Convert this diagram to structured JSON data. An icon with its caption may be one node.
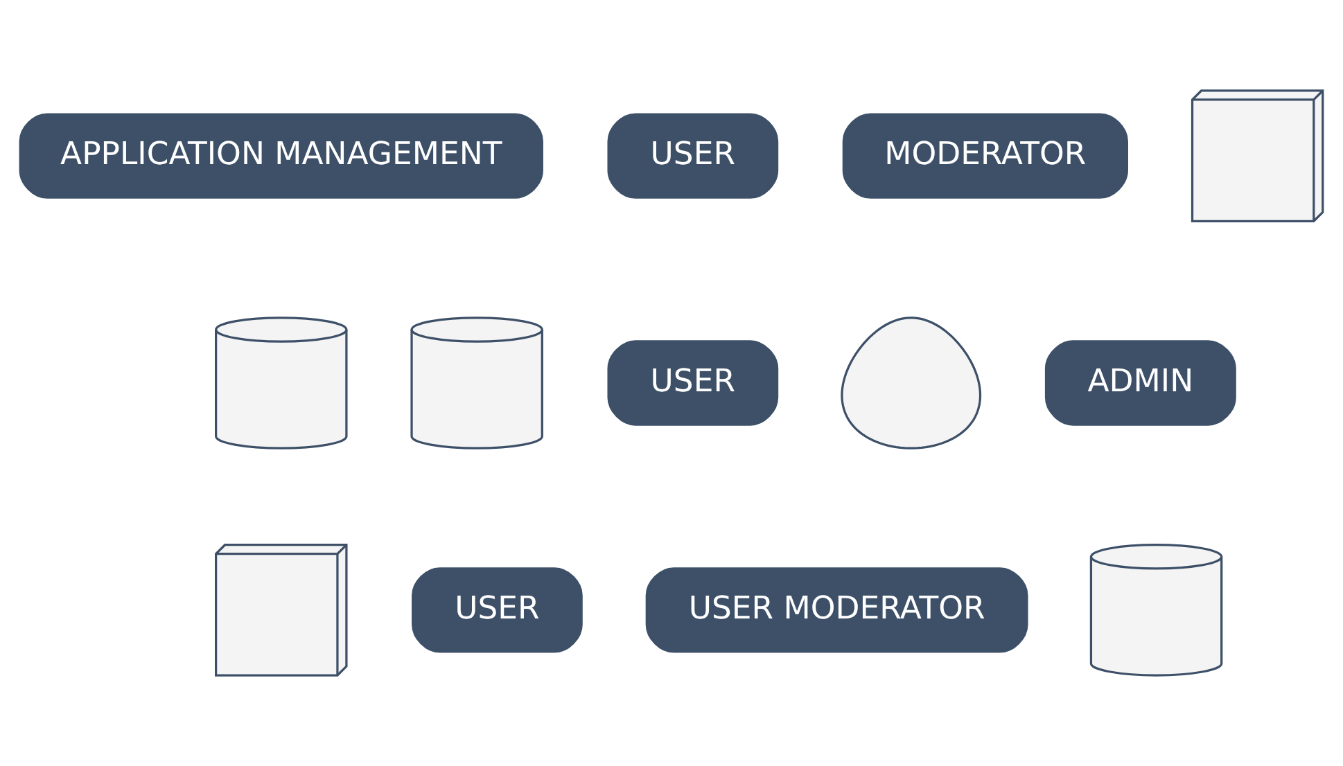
{
  "diagram": {
    "nodes": [
      {
        "text": [
          "APPLICATION MANAGEMENT"
        ]
      },
      {
        "text": [
          "USER"
        ]
      },
      {
        "text": [
          "MODERATOR"
        ]
      },
      {
        "text": [],
        "shape": "picture"
      },
      {
        "text": [],
        "shape": "cylinder"
      },
      {
        "text": [],
        "shape": "cylinder"
      },
      {
        "text": [
          "USER"
        ]
      },
      {
        "text": [],
        "shape": "person"
      },
      {
        "text": [
          "ADMIN"
        ]
      },
      {
        "text": [],
        "shape": "picture"
      },
      {
        "text": [],
        "shape": "cylinder"
      },
      {
        "text": [
          "USER"
        ]
      },
      {
        "text": [
          "USER MODERATOR"
        ]
      }
    ],
    "edges": []
  }
}
